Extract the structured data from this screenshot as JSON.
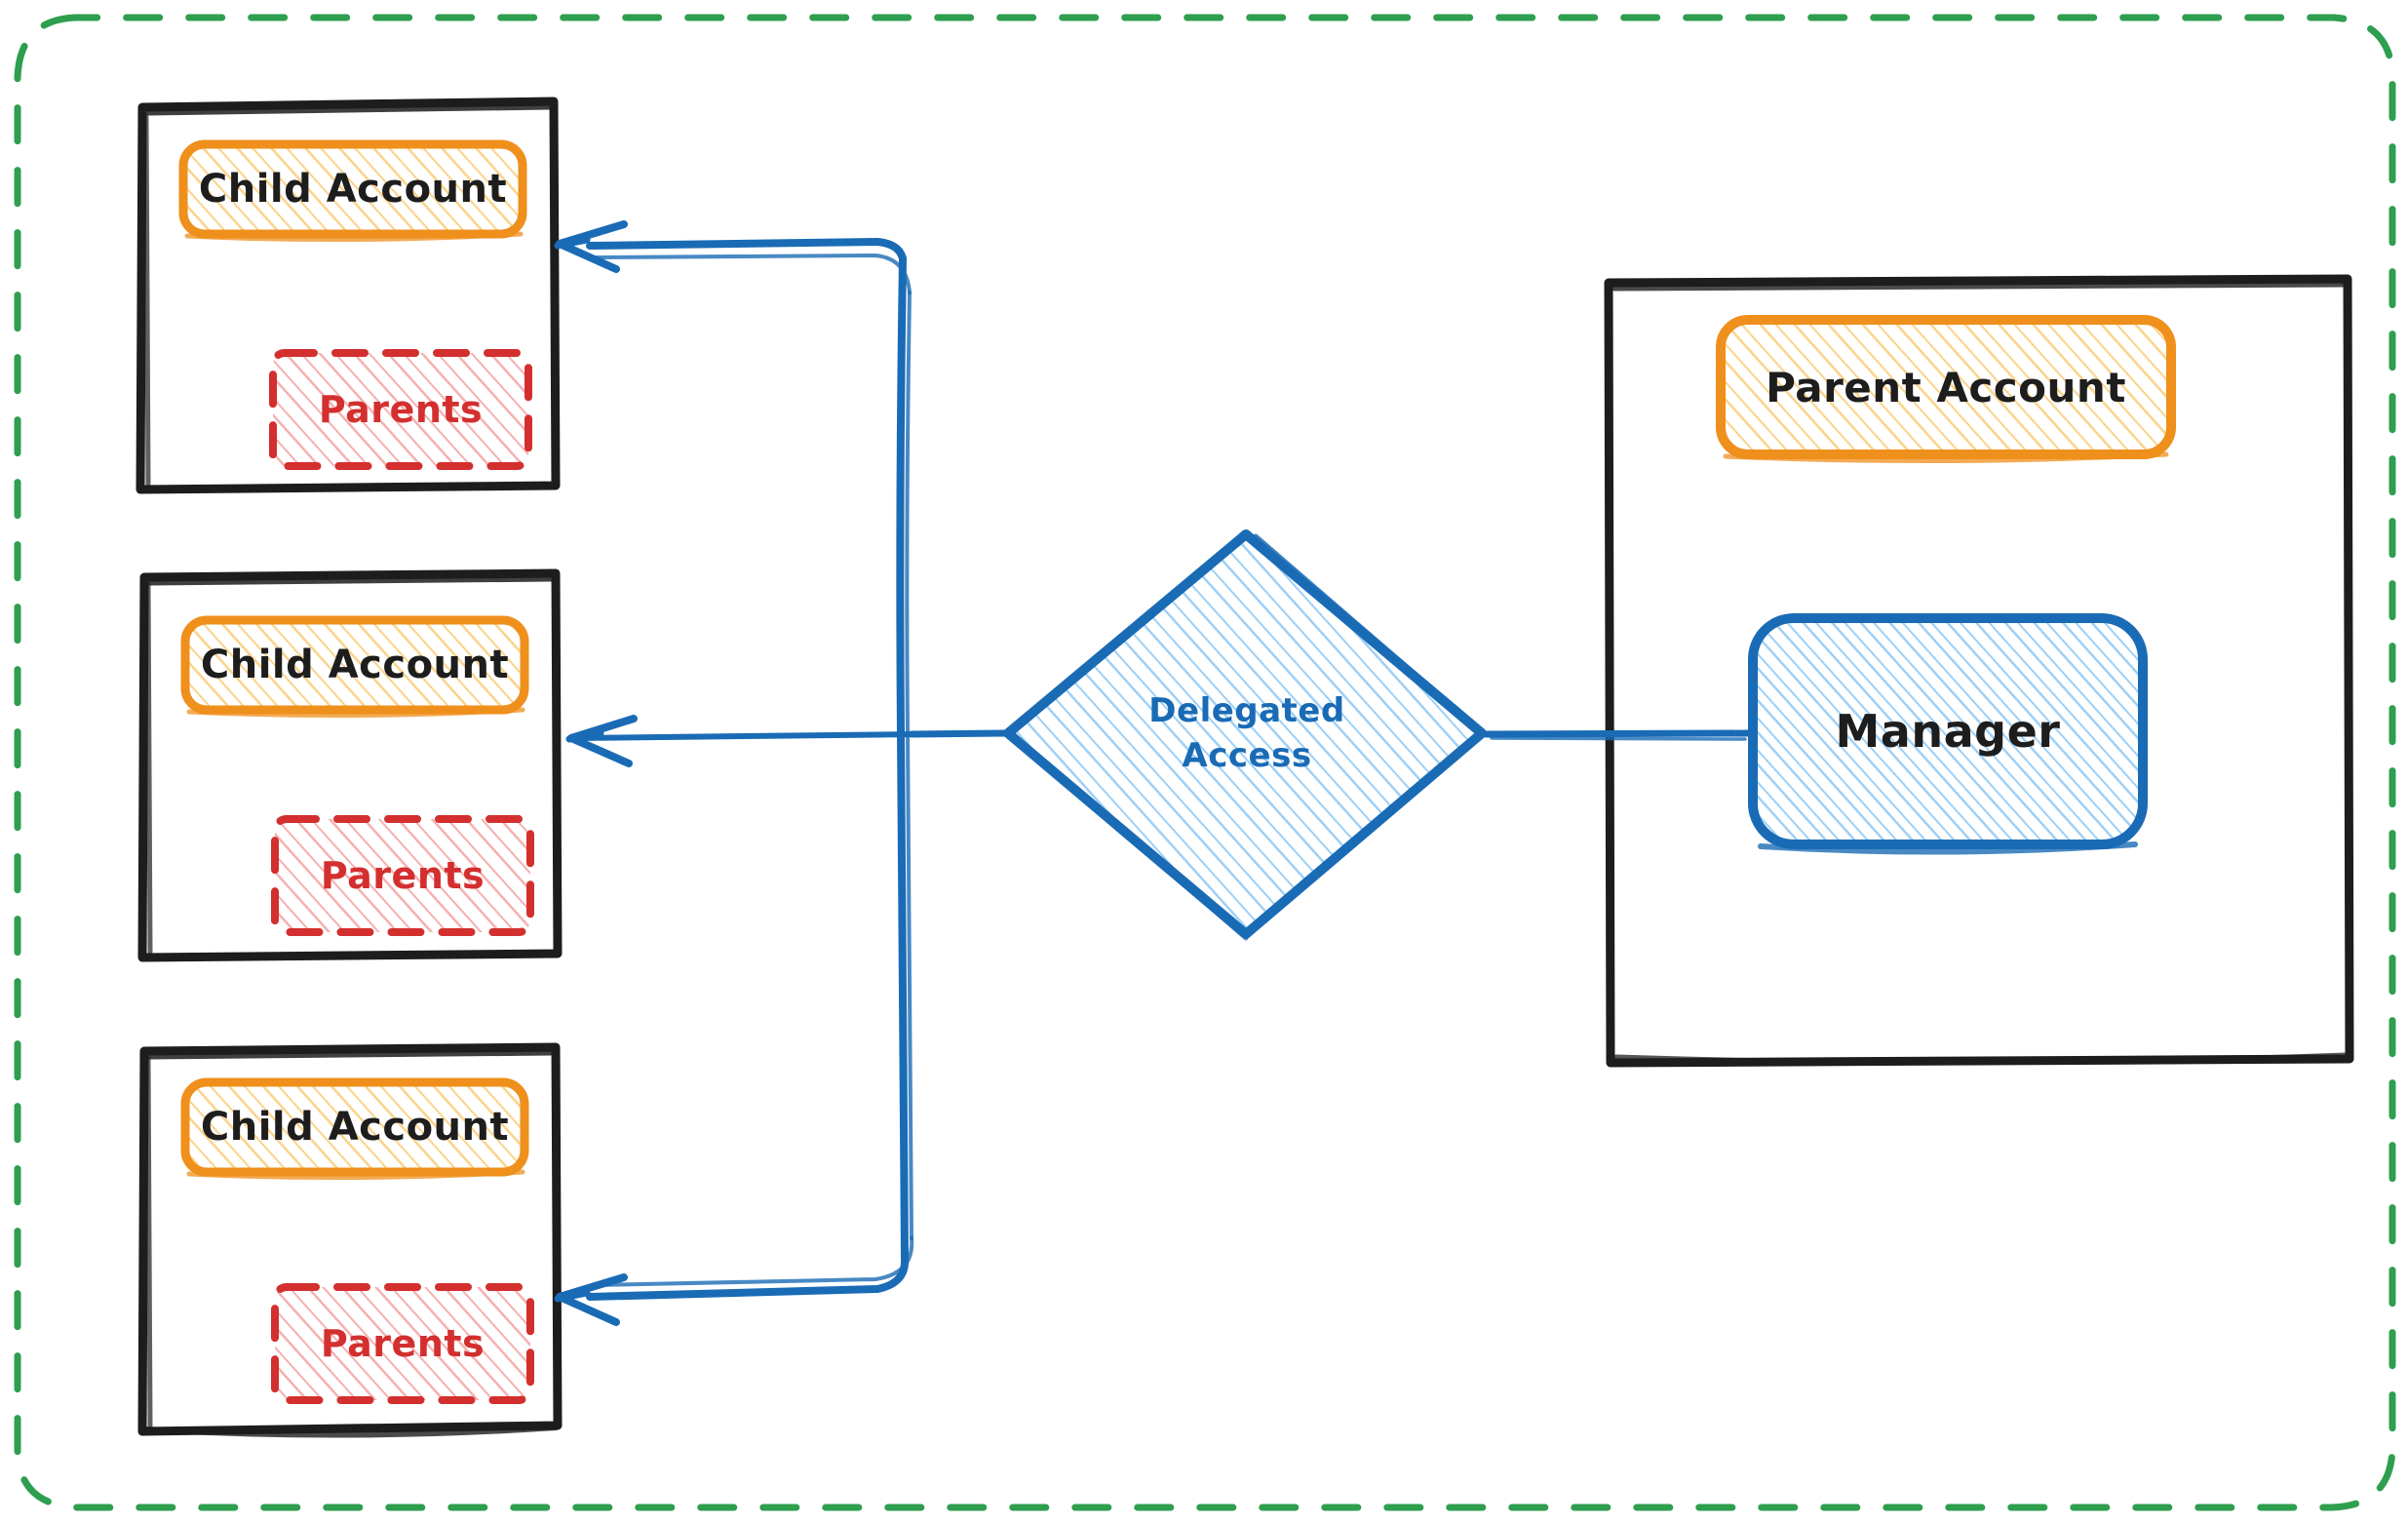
{
  "diagram": {
    "title": "Delegated Access",
    "outer_boundary": {
      "name": "organization-boundary",
      "style": "dashed",
      "color": "#2e9e4f"
    },
    "children": [
      {
        "container_label": "child-account-container-1",
        "account": {
          "label": "Child Account",
          "color": "#ef8f1c"
        },
        "parents": {
          "label": "Parents",
          "color": "#d32f2f"
        }
      },
      {
        "container_label": "child-account-container-2",
        "account": {
          "label": "Child Account",
          "color": "#ef8f1c"
        },
        "parents": {
          "label": "Parents",
          "color": "#d32f2f"
        }
      },
      {
        "container_label": "child-account-container-3",
        "account": {
          "label": "Child Account",
          "color": "#ef8f1c"
        },
        "parents": {
          "label": "Parents",
          "color": "#d32f2f"
        }
      }
    ],
    "decision": {
      "label": "Delegated\nAccess",
      "shape": "diamond",
      "color": "#1a6bb5"
    },
    "parent_side": {
      "container_label": "parent-account-container",
      "account": {
        "label": "Parent Account",
        "color": "#ef8f1c"
      },
      "manager": {
        "label": "Manager",
        "color": "#1a6bb5"
      }
    },
    "edges": [
      {
        "from": "Manager",
        "to": "Delegated Access",
        "direction": "to-left",
        "color": "#1a6bb5"
      },
      {
        "from": "Delegated Access",
        "to": "Child Account 1",
        "direction": "to-left",
        "color": "#1a6bb5"
      },
      {
        "from": "Delegated Access",
        "to": "Child Account 2",
        "direction": "to-left",
        "color": "#1a6bb5"
      },
      {
        "from": "Delegated Access",
        "to": "Child Account 3",
        "direction": "to-left",
        "color": "#1a6bb5"
      }
    ],
    "colors": {
      "orange_stroke": "#ef8f1c",
      "orange_fill": "#fbd38a",
      "red_stroke": "#d32f2f",
      "red_fill": "#f5a3a3",
      "blue_stroke": "#1a6bb5",
      "blue_fill": "#9ed0f7",
      "green_dash": "#2e9e4f",
      "black_stroke": "#1d1d1d"
    }
  }
}
